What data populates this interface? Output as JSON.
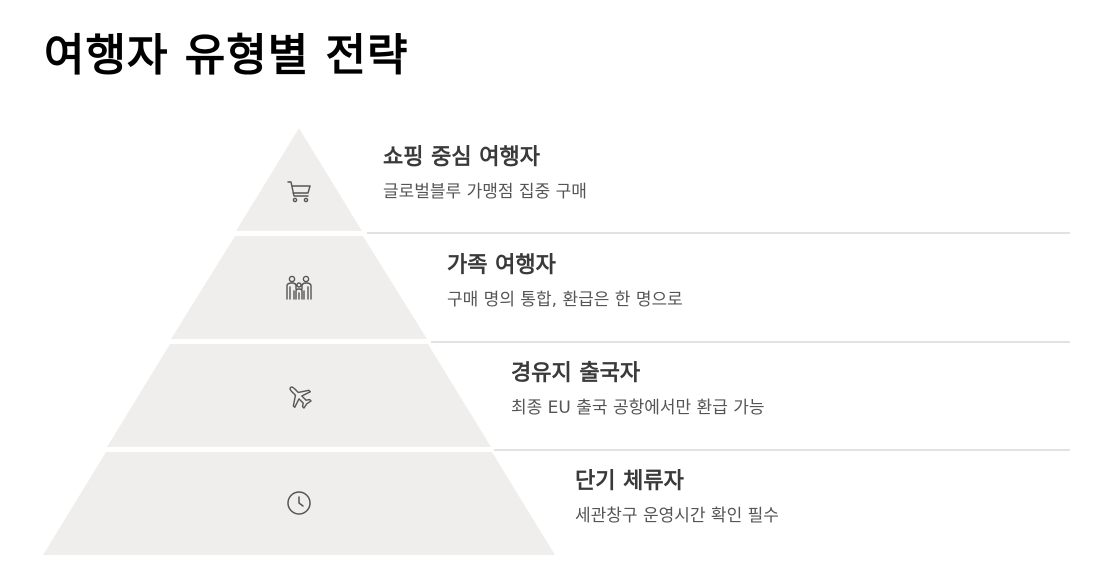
{
  "title": "여행자 유형별 전략",
  "colors": {
    "tier_fill": "#f0eeec",
    "divider": "#e4e2df",
    "icon_stroke": "#555555",
    "heading": "#3a3a3a",
    "description": "#555555"
  },
  "tiers": [
    {
      "icon": "shopping-cart-icon",
      "heading": "쇼핑 중심 여행자",
      "description": "글로벌블루 가맹점 집중 구매"
    },
    {
      "icon": "family-icon",
      "heading": "가족 여행자",
      "description": "구매 명의 통합, 환급은 한 명으로"
    },
    {
      "icon": "airplane-icon",
      "heading": "경유지 출국자",
      "description": "최종 EU 출국 공항에서만 환급 가능"
    },
    {
      "icon": "clock-icon",
      "heading": "단기 체류자",
      "description": "세관창구 운영시간 확인 필수"
    }
  ]
}
